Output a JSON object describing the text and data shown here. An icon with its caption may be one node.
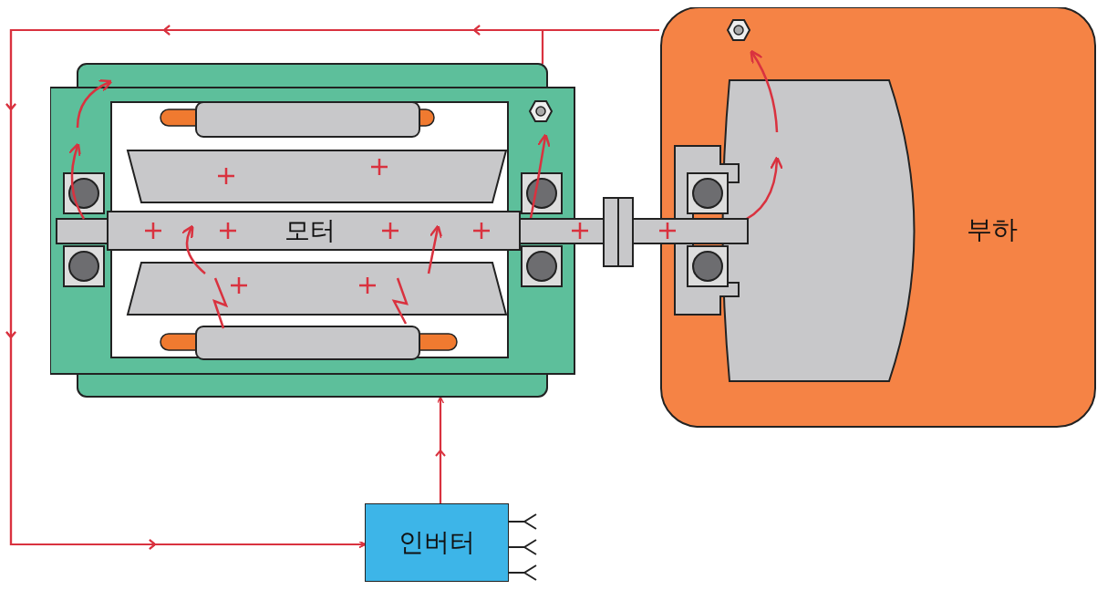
{
  "diagram": {
    "nodes": [
      {
        "text": [
          "모터"
        ]
      },
      {
        "text": [
          "부하"
        ]
      },
      {
        "text": [
          "인버터"
        ]
      }
    ],
    "edges": [
      {
        "from": 2,
        "to": 0,
        "arrow": "to"
      },
      {
        "from": 1,
        "to": 2,
        "arrow": "to"
      },
      {
        "from": 0,
        "to": 2,
        "arrow": "to"
      }
    ]
  }
}
